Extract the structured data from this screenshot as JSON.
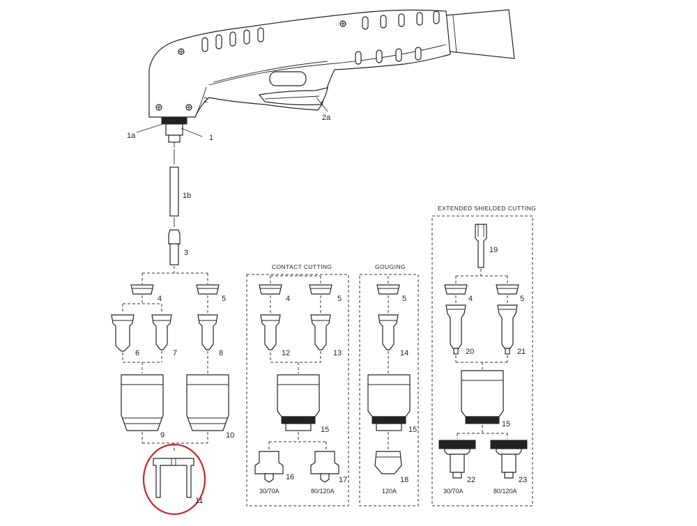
{
  "labels": {
    "p1": "1",
    "p1a": "1a",
    "p1b": "1b",
    "p2": "2",
    "p2a": "2a",
    "p3": "3",
    "p4a": "4",
    "p5a": "5",
    "p6": "6",
    "p7": "7",
    "p8": "8",
    "p9": "9",
    "p10": "10",
    "p11": "11",
    "p4b": "4",
    "p5b": "5",
    "p12": "12",
    "p13": "13",
    "p15a": "15",
    "p16": "16",
    "p17": "17",
    "p5c": "5",
    "p14": "14",
    "p15b": "15",
    "p18": "18",
    "p19": "19",
    "p4c": "4",
    "p5d": "5",
    "p20": "20",
    "p21": "21",
    "p15c": "15",
    "p22": "22",
    "p23": "23"
  },
  "groups": {
    "contact_title": "CONTACT CUTTING",
    "gouging_title": "GOUGING",
    "extended_title": "EXTENDED SHIELDED CUTTING"
  },
  "captions": {
    "c16": "30/70A",
    "c17": "80/120A",
    "c18": "120A",
    "c22": "30/70A",
    "c23": "80/120A"
  },
  "colors": {
    "line": "#222222",
    "highlight": "#c8252d"
  }
}
